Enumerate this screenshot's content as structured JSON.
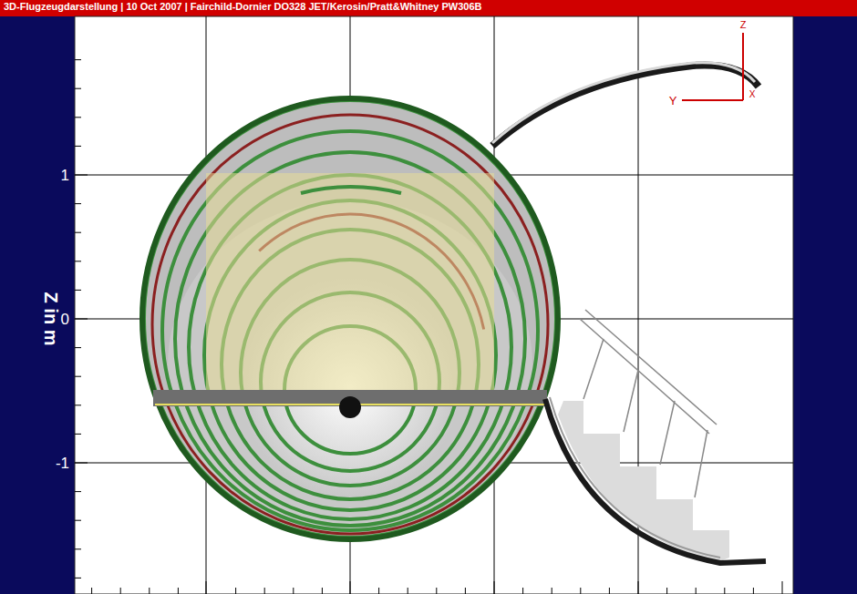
{
  "diagram": {
    "title": "3D-Flugzeugdarstellung | 10 Oct 2007 | Fairchild-Dornier DO328 JET/Kerosin/Pratt&Whitney PW306B",
    "labels": [
      "Z in m",
      "1",
      "0",
      "-1",
      "Z",
      "Y",
      "X"
    ]
  }
}
